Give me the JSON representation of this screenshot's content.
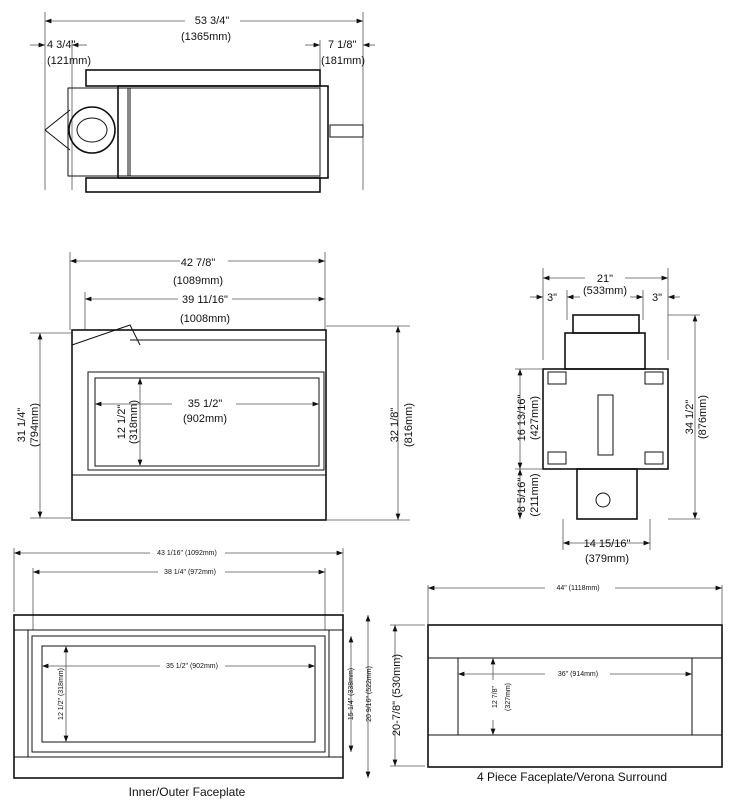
{
  "top_view": {
    "overall": {
      "in": "53 3/4\"",
      "mm": "(1365mm)"
    },
    "left": {
      "in": "4 3/4\"",
      "mm": "(121mm)"
    },
    "right": {
      "in": "7 1/8\"",
      "mm": "(181mm)"
    }
  },
  "front_view": {
    "overall_width": {
      "in": "42 7/8\"",
      "mm": "(1089mm)"
    },
    "body_width": {
      "in": "39 11/16\"",
      "mm": "(1008mm)"
    },
    "opening_width": {
      "in": "35 1/2\"",
      "mm": "(902mm)"
    },
    "opening_height": {
      "in": "12 1/2\"",
      "mm": "(318mm)"
    },
    "left_height": {
      "in": "31 1/4\"",
      "mm": "(794mm)"
    },
    "right_height": {
      "in": "32 1/8\"",
      "mm": "(816mm)"
    }
  },
  "side_view": {
    "top_width": {
      "in": "21\"",
      "mm": "(533mm)"
    },
    "left_offset": {
      "in": "3\""
    },
    "right_offset": {
      "in": "3\""
    },
    "mid_height": {
      "in": "16 13/16\"",
      "mm": "(427mm)"
    },
    "total_height": {
      "in": "34 1/2\"",
      "mm": "(876mm)"
    },
    "base_height": {
      "in": "8 5/16\"",
      "mm": "(211mm)"
    },
    "base_width": {
      "in": "14 15/16\"",
      "mm": "(379mm)"
    }
  },
  "faceplate": {
    "outer_width": "43 1/16\" (1092mm)",
    "inner_width": "38 1/4\" (972mm)",
    "opening_width": "35 1/2\" (902mm)",
    "opening_height": "12 1/2\" (318mm)",
    "inner_height": "15-1/4\" (338mm)",
    "outer_height": "20 9/16\" (522mm)",
    "total_height": "20-7/8\" (530mm)",
    "caption": "Inner/Outer Faceplate"
  },
  "verona": {
    "outer_width": "44\" (1118mm)",
    "opening_width": "36\" (914mm)",
    "opening_height": "12 7/8\"",
    "opening_height_mm": "(327mm)",
    "caption": "4 Piece Faceplate/Verona Surround"
  }
}
